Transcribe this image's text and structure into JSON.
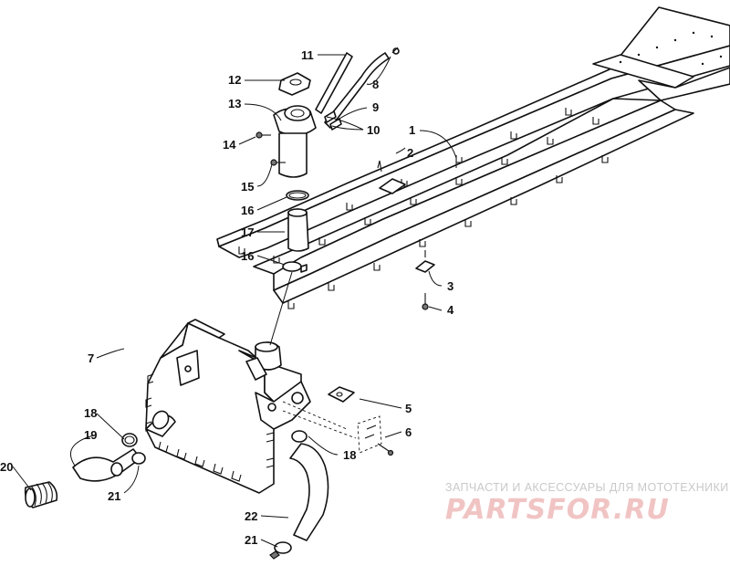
{
  "callouts": [
    {
      "id": "c1",
      "label": "1"
    },
    {
      "id": "c2",
      "label": "2"
    },
    {
      "id": "c3",
      "label": "3"
    },
    {
      "id": "c4",
      "label": "4"
    },
    {
      "id": "c5",
      "label": "5"
    },
    {
      "id": "c6",
      "label": "6"
    },
    {
      "id": "c7",
      "label": "7"
    },
    {
      "id": "c8",
      "label": "8"
    },
    {
      "id": "c9",
      "label": "9"
    },
    {
      "id": "c10",
      "label": "10"
    },
    {
      "id": "c11",
      "label": "11"
    },
    {
      "id": "c12",
      "label": "12"
    },
    {
      "id": "c13",
      "label": "13"
    },
    {
      "id": "c14",
      "label": "14"
    },
    {
      "id": "c15",
      "label": "15"
    },
    {
      "id": "c16a",
      "label": "16"
    },
    {
      "id": "c16b",
      "label": "16"
    },
    {
      "id": "c17",
      "label": "17"
    },
    {
      "id": "c18a",
      "label": "18"
    },
    {
      "id": "c18b",
      "label": "18"
    },
    {
      "id": "c19",
      "label": "19"
    },
    {
      "id": "c20",
      "label": "20"
    },
    {
      "id": "c21a",
      "label": "21"
    },
    {
      "id": "c21b",
      "label": "21"
    },
    {
      "id": "c22",
      "label": "22"
    }
  ],
  "watermark": {
    "tagline": "ЗАПЧАСТИ И АКСЕССУАРЫ ДЛЯ МОТОТЕХНИКИ",
    "logo": "PARTSFOR.RU"
  }
}
